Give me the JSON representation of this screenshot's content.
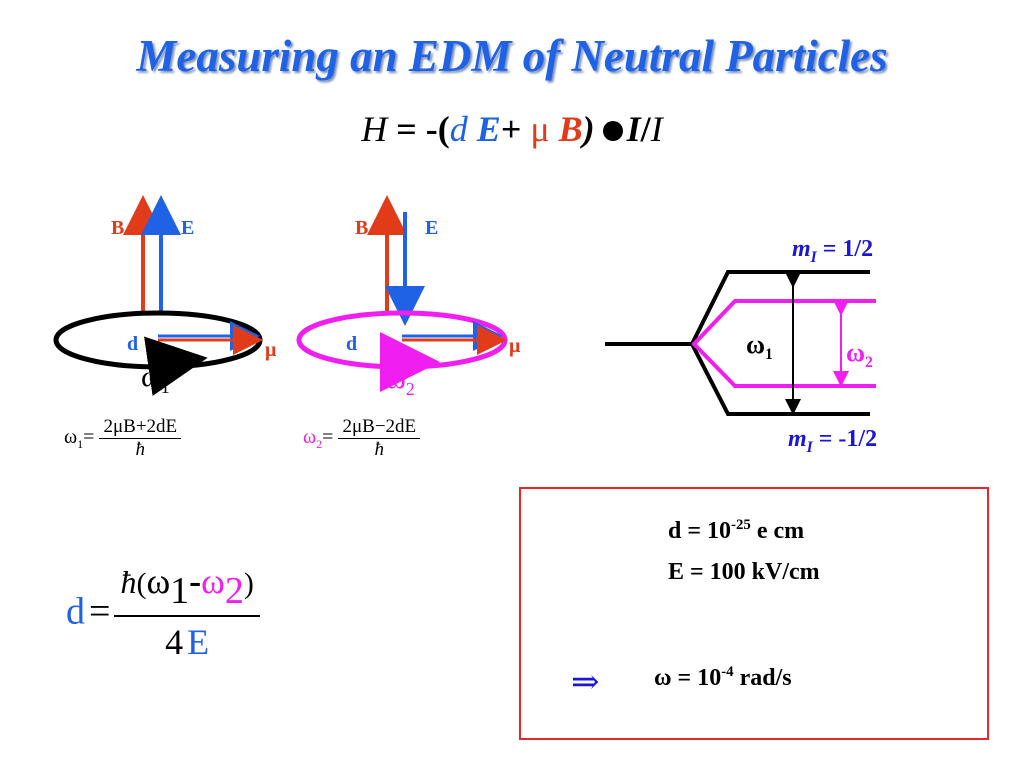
{
  "title": "Measuring an EDM of Neutral Particles",
  "hamiltonian": {
    "H": "H",
    "eq": " = -(",
    "d": "d",
    "E": "E",
    "plus": "+",
    "mu": "μ",
    "B": "B",
    "close": ")",
    "I": "I",
    "slash": "/",
    "I2": "I"
  },
  "left_diagram": {
    "B": "B",
    "E": "E",
    "d": "d",
    "mu": "μ",
    "omega": "ω",
    "omega_sub": "1",
    "formula_lhs": "ω",
    "formula_lhs_sub": "1",
    "formula_eq": "=",
    "formula_num": "2μB+2dE",
    "formula_den": "ħ"
  },
  "right_diagram": {
    "B": "B",
    "E": "E",
    "d": "d",
    "mu": "μ",
    "omega": "ω",
    "omega_sub": "2",
    "formula_lhs": "ω",
    "formula_lhs_sub": "2",
    "formula_eq": "=",
    "formula_num": "2μB−2dE",
    "formula_den": "ħ"
  },
  "levels": {
    "top_m": "m",
    "top_sub": "I",
    "top_value": " = 1/2",
    "bottom_m": "m",
    "bottom_sub": "I",
    "bottom_value": " = -1/2",
    "omega1": "ω",
    "omega1_sub": "1",
    "omega2": "ω",
    "omega2_sub": "2"
  },
  "d_formula": {
    "d": "d",
    "eq": "=",
    "hbar": "ħ",
    "open": "(",
    "omega1": "ω",
    "sub1": "1",
    "minus": "-",
    "omega2": "ω",
    "sub2": "2",
    "close": ")",
    "four": "4",
    "E": "E"
  },
  "box": {
    "line1_a": "d = 10",
    "line1_sup": "-25",
    "line1_b": " e cm",
    "line2": "E = 100 kV/cm",
    "implies": "⇒",
    "line3_a": "ω = 10",
    "line3_sup": "-4",
    "line3_b": " rad/s"
  },
  "colors": {
    "title": "#1f62e6",
    "B_arrow": "#e23b1a",
    "E_arrow": "#1f62e6",
    "loop2": "#f01ef0",
    "box_border": "#e8272c",
    "level_label": "#1a16d8"
  }
}
